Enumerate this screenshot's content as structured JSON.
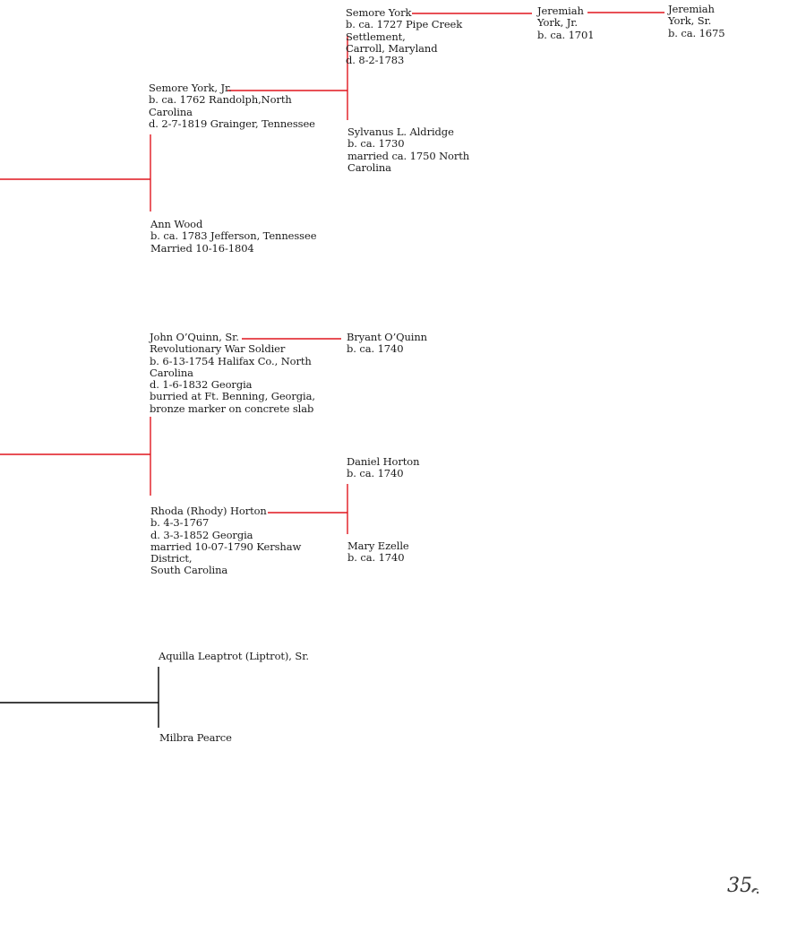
{
  "colors": {
    "line_red": "#e0161f",
    "line_black": "#000000",
    "text": "#1a1a1a"
  },
  "people": {
    "semore_york": {
      "name": "Semore York",
      "details": [
        "b. ca. 1727 Pipe Creek",
        "Settlement,",
        "Carroll, Maryland",
        "d. 8-2-1783"
      ]
    },
    "jeremiah_york_jr": {
      "name": "Jeremiah",
      "details": [
        "York, Jr.",
        "b. ca. 1701"
      ]
    },
    "jeremiah_york_sr": {
      "name": "Jeremiah",
      "details": [
        "York, Sr.",
        "b. ca. 1675"
      ]
    },
    "semore_york_jr": {
      "name": "Semore York, Jr.",
      "details": [
        "b. ca. 1762 Randolph,North",
        "Carolina",
        "d. 2-7-1819 Grainger, Tennessee"
      ]
    },
    "sylvanus_aldridge": {
      "name": "Sylvanus L. Aldridge",
      "details": [
        "b. ca. 1730",
        "married ca. 1750 North",
        "Carolina"
      ]
    },
    "ann_wood": {
      "name": "Ann Wood",
      "details": [
        "b. ca. 1783 Jefferson, Tennessee",
        "Married 10-16-1804"
      ]
    },
    "john_oquinn_sr": {
      "name": "John O’Quinn, Sr.",
      "details": [
        "Revolutionary War Soldier",
        "b. 6-13-1754 Halifax Co., North",
        "Carolina",
        "d. 1-6-1832 Georgia",
        "burried at Ft. Benning, Georgia,",
        "bronze marker on concrete slab"
      ]
    },
    "bryant_oquinn": {
      "name": "Bryant O’Quinn",
      "details": [
        "b. ca. 1740"
      ]
    },
    "daniel_horton": {
      "name": "Daniel Horton",
      "details": [
        "b. ca. 1740"
      ]
    },
    "rhoda_horton": {
      "name": "Rhoda (Rhody) Horton",
      "details": [
        "b. 4-3-1767",
        "d. 3-3-1852 Georgia",
        "married 10-07-1790 Kershaw",
        "District,",
        "South Carolina"
      ]
    },
    "mary_ezelle": {
      "name": "Mary Ezelle",
      "details": [
        "b. ca. 1740"
      ]
    },
    "aquilla_leaptrot": {
      "name": "Aquilla Leaptrot (Liptrot), Sr.",
      "details": []
    },
    "milbra_pearce": {
      "name": "Milbra Pearce",
      "details": []
    }
  },
  "footer": {
    "page_number": "35"
  }
}
